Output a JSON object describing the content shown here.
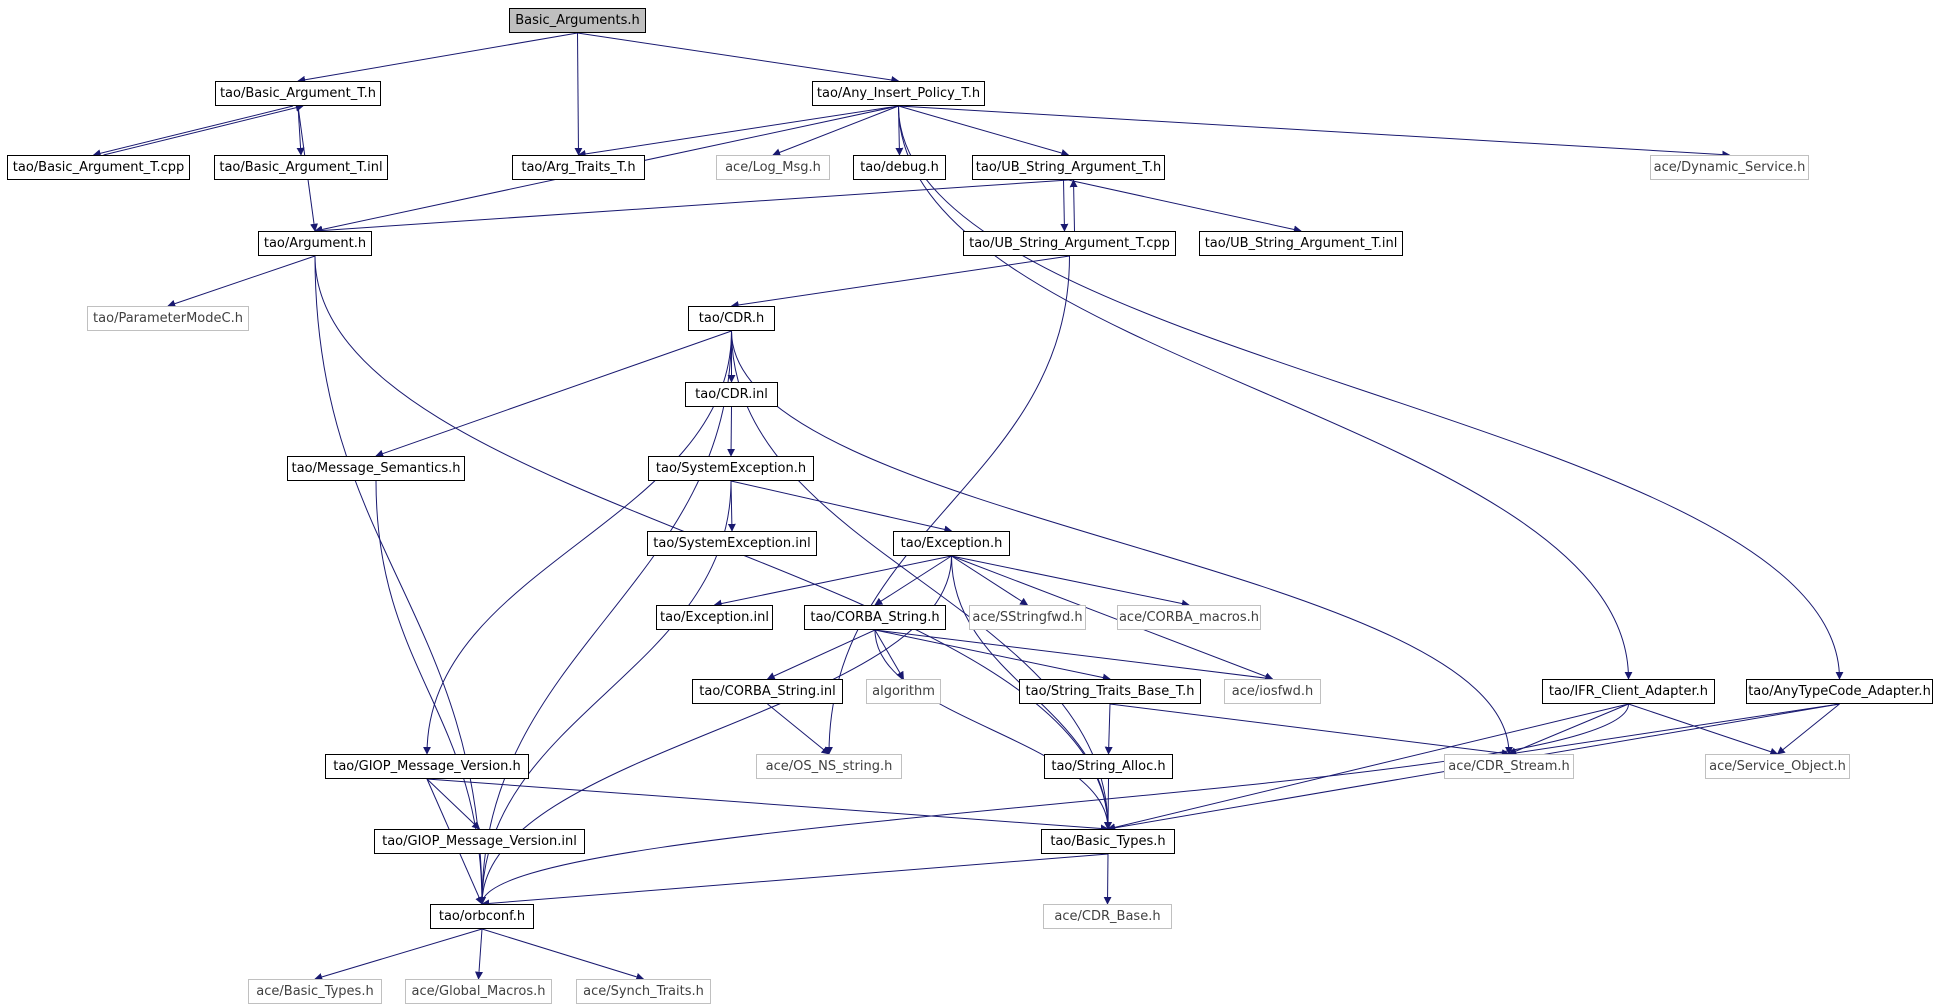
{
  "nodes": [
    {
      "id": "basic_arguments",
      "label": "Basic_Arguments.h",
      "kind": "root"
    },
    {
      "id": "basic_argument_t_h",
      "label": "tao/Basic_Argument_T.h",
      "kind": "doc"
    },
    {
      "id": "any_insert_policy",
      "label": "tao/Any_Insert_Policy_T.h",
      "kind": "doc"
    },
    {
      "id": "basic_argument_t_cpp",
      "label": "tao/Basic_Argument_T.cpp",
      "kind": "doc"
    },
    {
      "id": "basic_argument_t_inl",
      "label": "tao/Basic_Argument_T.inl",
      "kind": "doc"
    },
    {
      "id": "arg_traits",
      "label": "tao/Arg_Traits_T.h",
      "kind": "doc"
    },
    {
      "id": "log_msg",
      "label": "ace/Log_Msg.h",
      "kind": "ext"
    },
    {
      "id": "debug",
      "label": "tao/debug.h",
      "kind": "doc"
    },
    {
      "id": "ub_string_arg_h",
      "label": "tao/UB_String_Argument_T.h",
      "kind": "doc"
    },
    {
      "id": "dynamic_service",
      "label": "ace/Dynamic_Service.h",
      "kind": "ext"
    },
    {
      "id": "argument",
      "label": "tao/Argument.h",
      "kind": "doc"
    },
    {
      "id": "ub_string_arg_cpp",
      "label": "tao/UB_String_Argument_T.cpp",
      "kind": "doc"
    },
    {
      "id": "ub_string_arg_inl",
      "label": "tao/UB_String_Argument_T.inl",
      "kind": "doc"
    },
    {
      "id": "parametermodec",
      "label": "tao/ParameterModeC.h",
      "kind": "ext"
    },
    {
      "id": "cdr_h",
      "label": "tao/CDR.h",
      "kind": "doc"
    },
    {
      "id": "cdr_inl",
      "label": "tao/CDR.inl",
      "kind": "doc"
    },
    {
      "id": "message_semantics",
      "label": "tao/Message_Semantics.h",
      "kind": "doc"
    },
    {
      "id": "systemexception_h",
      "label": "tao/SystemException.h",
      "kind": "doc"
    },
    {
      "id": "systemexception_inl",
      "label": "tao/SystemException.inl",
      "kind": "doc"
    },
    {
      "id": "exception_h",
      "label": "tao/Exception.h",
      "kind": "doc"
    },
    {
      "id": "exception_inl",
      "label": "tao/Exception.inl",
      "kind": "doc"
    },
    {
      "id": "corba_string_h",
      "label": "tao/CORBA_String.h",
      "kind": "doc"
    },
    {
      "id": "sstringfwd",
      "label": "ace/SStringfwd.h",
      "kind": "ext"
    },
    {
      "id": "corba_macros",
      "label": "ace/CORBA_macros.h",
      "kind": "ext"
    },
    {
      "id": "corba_string_inl",
      "label": "tao/CORBA_String.inl",
      "kind": "doc"
    },
    {
      "id": "algorithm",
      "label": "algorithm",
      "kind": "ext"
    },
    {
      "id": "string_traits_base",
      "label": "tao/String_Traits_Base_T.h",
      "kind": "doc"
    },
    {
      "id": "iosfwd",
      "label": "ace/iosfwd.h",
      "kind": "ext"
    },
    {
      "id": "ifr_client_adapter",
      "label": "tao/IFR_Client_Adapter.h",
      "kind": "doc"
    },
    {
      "id": "anytypecode_adapter",
      "label": "tao/AnyTypeCode_Adapter.h",
      "kind": "doc"
    },
    {
      "id": "os_ns_string",
      "label": "ace/OS_NS_string.h",
      "kind": "ext"
    },
    {
      "id": "giop_msg_version_h",
      "label": "tao/GIOP_Message_Version.h",
      "kind": "doc"
    },
    {
      "id": "string_alloc",
      "label": "tao/String_Alloc.h",
      "kind": "doc"
    },
    {
      "id": "cdr_stream",
      "label": "ace/CDR_Stream.h",
      "kind": "ext"
    },
    {
      "id": "service_object",
      "label": "ace/Service_Object.h",
      "kind": "ext"
    },
    {
      "id": "giop_msg_version_inl",
      "label": "tao/GIOP_Message_Version.inl",
      "kind": "doc"
    },
    {
      "id": "basic_types_tao",
      "label": "tao/Basic_Types.h",
      "kind": "doc"
    },
    {
      "id": "orbconf",
      "label": "tao/orbconf.h",
      "kind": "doc"
    },
    {
      "id": "cdr_base",
      "label": "ace/CDR_Base.h",
      "kind": "ext"
    },
    {
      "id": "basic_types_ace",
      "label": "ace/Basic_Types.h",
      "kind": "ext"
    },
    {
      "id": "global_macros",
      "label": "ace/Global_Macros.h",
      "kind": "ext"
    },
    {
      "id": "synch_traits",
      "label": "ace/Synch_Traits.h",
      "kind": "ext"
    }
  ],
  "edges": [
    [
      "basic_arguments",
      "basic_argument_t_h"
    ],
    [
      "basic_arguments",
      "arg_traits"
    ],
    [
      "basic_arguments",
      "any_insert_policy"
    ],
    [
      "basic_argument_t_h",
      "basic_argument_t_cpp"
    ],
    [
      "basic_argument_t_cpp",
      "basic_argument_t_h"
    ],
    [
      "basic_argument_t_h",
      "basic_argument_t_inl"
    ],
    [
      "basic_argument_t_h",
      "argument"
    ],
    [
      "any_insert_policy",
      "arg_traits"
    ],
    [
      "any_insert_policy",
      "log_msg"
    ],
    [
      "any_insert_policy",
      "debug"
    ],
    [
      "any_insert_policy",
      "ub_string_arg_h"
    ],
    [
      "any_insert_policy",
      "dynamic_service"
    ],
    [
      "any_insert_policy",
      "argument"
    ],
    [
      "any_insert_policy",
      "ifr_client_adapter"
    ],
    [
      "any_insert_policy",
      "anytypecode_adapter"
    ],
    [
      "ub_string_arg_h",
      "argument"
    ],
    [
      "ub_string_arg_h",
      "ub_string_arg_cpp"
    ],
    [
      "ub_string_arg_cpp",
      "ub_string_arg_h"
    ],
    [
      "ub_string_arg_h",
      "ub_string_arg_inl"
    ],
    [
      "ub_string_arg_cpp",
      "cdr_h"
    ],
    [
      "ub_string_arg_cpp",
      "os_ns_string"
    ],
    [
      "argument",
      "parametermodec"
    ],
    [
      "argument",
      "orbconf"
    ],
    [
      "argument",
      "basic_types_tao"
    ],
    [
      "cdr_h",
      "cdr_inl"
    ],
    [
      "cdr_h",
      "message_semantics"
    ],
    [
      "cdr_h",
      "orbconf"
    ],
    [
      "cdr_h",
      "giop_msg_version_h"
    ],
    [
      "cdr_h",
      "basic_types_tao"
    ],
    [
      "cdr_h",
      "cdr_stream"
    ],
    [
      "cdr_inl",
      "systemexception_h"
    ],
    [
      "message_semantics",
      "orbconf"
    ],
    [
      "systemexception_h",
      "systemexception_inl"
    ],
    [
      "systemexception_h",
      "exception_h"
    ],
    [
      "systemexception_h",
      "orbconf"
    ],
    [
      "exception_h",
      "exception_inl"
    ],
    [
      "exception_h",
      "corba_string_h"
    ],
    [
      "exception_h",
      "sstringfwd"
    ],
    [
      "exception_h",
      "corba_macros"
    ],
    [
      "exception_h",
      "iosfwd"
    ],
    [
      "exception_h",
      "orbconf"
    ],
    [
      "exception_h",
      "basic_types_tao"
    ],
    [
      "corba_string_h",
      "corba_string_inl"
    ],
    [
      "corba_string_h",
      "algorithm"
    ],
    [
      "corba_string_h",
      "string_traits_base"
    ],
    [
      "corba_string_h",
      "iosfwd"
    ],
    [
      "corba_string_h",
      "basic_types_tao"
    ],
    [
      "corba_string_inl",
      "os_ns_string"
    ],
    [
      "string_traits_base",
      "string_alloc"
    ],
    [
      "string_traits_base",
      "cdr_stream"
    ],
    [
      "string_alloc",
      "basic_types_tao"
    ],
    [
      "giop_msg_version_h",
      "giop_msg_version_inl"
    ],
    [
      "giop_msg_version_h",
      "basic_types_tao"
    ],
    [
      "giop_msg_version_h",
      "orbconf"
    ],
    [
      "ifr_client_adapter",
      "cdr_stream"
    ],
    [
      "ifr_client_adapter",
      "service_object"
    ],
    [
      "ifr_client_adapter",
      "basic_types_tao"
    ],
    [
      "ifr_client_adapter",
      "orbconf"
    ],
    [
      "anytypecode_adapter",
      "cdr_stream"
    ],
    [
      "anytypecode_adapter",
      "service_object"
    ],
    [
      "anytypecode_adapter",
      "basic_types_tao"
    ],
    [
      "basic_types_tao",
      "orbconf"
    ],
    [
      "basic_types_tao",
      "cdr_base"
    ],
    [
      "orbconf",
      "basic_types_ace"
    ],
    [
      "orbconf",
      "global_macros"
    ],
    [
      "orbconf",
      "synch_traits"
    ]
  ],
  "colors": {
    "edge": "#191970",
    "node_border": "#000000",
    "ext_border": "#c0c0c0",
    "root_fill": "#bfbfbf"
  }
}
